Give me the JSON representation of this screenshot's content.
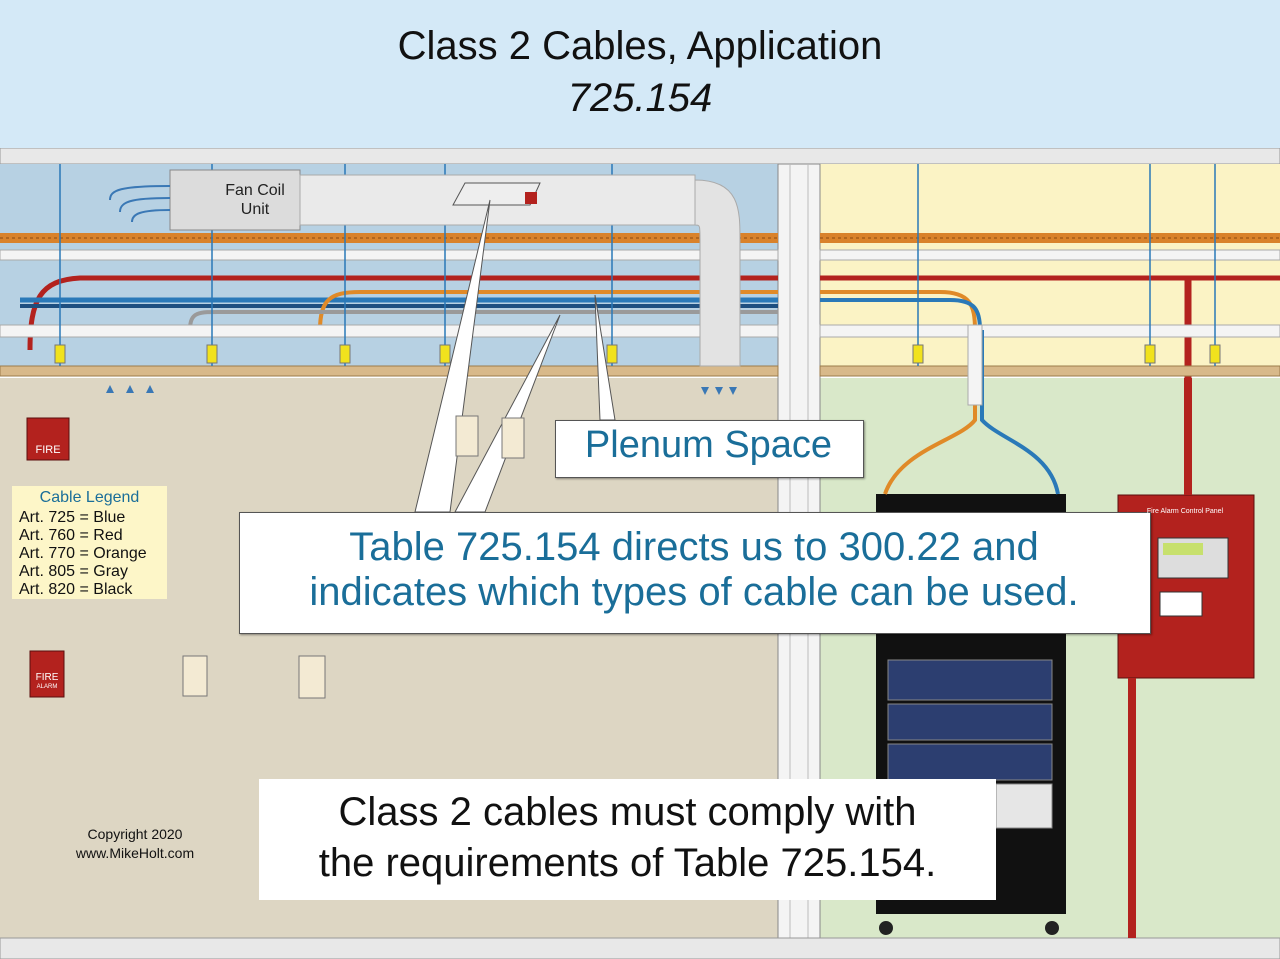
{
  "title": {
    "line1": "Class 2 Cables, Application",
    "line2": "725.154"
  },
  "callouts": {
    "plenum": "Plenum Space",
    "table_line1": "Table 725.154 directs us to 300.22 and",
    "table_line2": "indicates which types of cable can be used.",
    "comply_line1": "Class 2 cables must comply with",
    "comply_line2": "the requirements of Table 725.154."
  },
  "legend": {
    "title": "Cable Legend",
    "items": [
      {
        "label": "Art. 725 = Blue",
        "color": "#2a79b8"
      },
      {
        "label": "Art. 760 = Red",
        "color": "#b3221e"
      },
      {
        "label": "Art. 770 = Orange",
        "color": "#e08a28"
      },
      {
        "label": "Art. 805 = Gray",
        "color": "#9a9a9a"
      },
      {
        "label": "Art. 820 = Black",
        "color": "#222222"
      }
    ]
  },
  "labels": {
    "fan_coil_1": "Fan Coil",
    "fan_coil_2": "Unit",
    "fire_1": "FIRE",
    "fire_2": "FIRE",
    "fire_alarm_sub": "ALARM",
    "facp": "Fire Alarm Control Panel"
  },
  "copyright": {
    "line1": "Copyright 2020",
    "line2": "www.MikeHolt.com"
  },
  "colors": {
    "header_bg": "#d4e9f7",
    "plenum_left": "#b7d1e3",
    "plenum_right": "#fbf3c5",
    "wall_left": "#ddd6c3",
    "wall_right": "#d9e8c9",
    "text_accent": "#1a6e99"
  }
}
